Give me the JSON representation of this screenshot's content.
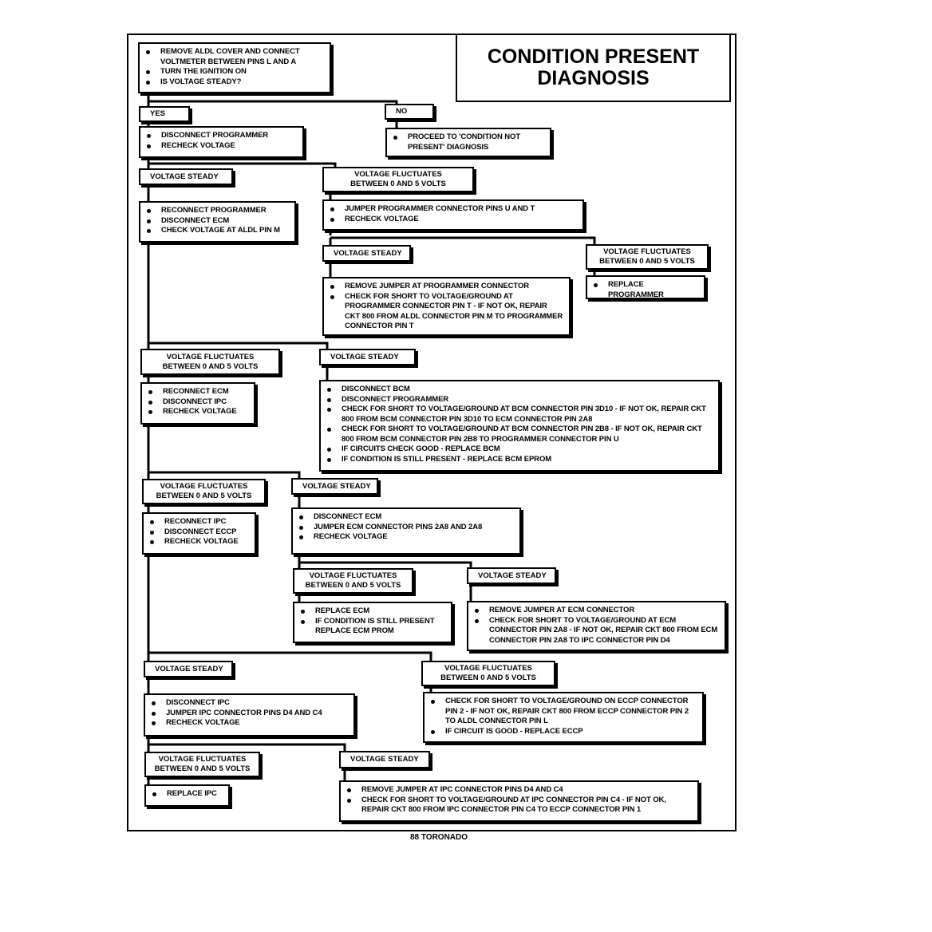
{
  "title": "CONDITION PRESENT\nDIAGNOSIS",
  "footer": "88 TORONADO",
  "steps": {
    "s1": [
      "REMOVE ALDL COVER AND CONNECT VOLTMETER BETWEEN PINS L AND A",
      "TURN THE IGNITION ON",
      "IS VOLTAGE STEADY?"
    ],
    "s2": [
      "DISCONNECT PROGRAMMER",
      "RECHECK VOLTAGE"
    ],
    "s3": [
      "PROCEED TO 'CONDITION NOT PRESENT' DIAGNOSIS"
    ],
    "s4": [
      "RECONNECT PROGRAMMER",
      "DISCONNECT ECM",
      "CHECK VOLTAGE AT ALDL PIN M"
    ],
    "s5": [
      "JUMPER PROGRAMMER CONNECTOR PINS U AND T",
      "RECHECK VOLTAGE"
    ],
    "s6": [
      "REMOVE JUMPER AT PROGRAMMER CONNECTOR",
      "CHECK FOR SHORT TO VOLTAGE/GROUND AT PROGRAMMER CONNECTOR PIN T - IF NOT OK, REPAIR CKT 800 FROM ALDL CONNECTOR PIN M TO PROGRAMMER CONNECTOR PIN T"
    ],
    "s7": [
      "REPLACE PROGRAMMER"
    ],
    "s8": [
      "RECONNECT ECM",
      "DISCONNECT IPC",
      "RECHECK VOLTAGE"
    ],
    "s9": [
      "DISCONNECT BCM",
      "DISCONNECT PROGRAMMER",
      "CHECK FOR SHORT TO VOLTAGE/GROUND AT BCM CONNECTOR PIN 3D10 - IF NOT OK, REPAIR CKT 800 FROM BCM CONNECTOR PIN 3D10 TO ECM CONNECTOR PIN 2A8",
      "CHECK FOR SHORT TO VOLTAGE/GROUND AT BCM CONNECTOR PIN 2B8 - IF NOT OK, REPAIR CKT 800 FROM BCM CONNECTOR PIN 2B8 TO PROGRAMMER CONNECTOR PIN U",
      "IF CIRCUITS CHECK GOOD - REPLACE BCM",
      "IF CONDITION IS STILL PRESENT - REPLACE BCM EPROM"
    ],
    "s10": [
      "RECONNECT IPC",
      "DISCONNECT ECCP",
      "RECHECK VOLTAGE"
    ],
    "s11": [
      "DISCONNECT ECM",
      "JUMPER ECM CONNECTOR PINS 2A8 AND 2A8",
      "RECHECK VOLTAGE"
    ],
    "s12": [
      "REPLACE ECM",
      "IF CONDITION IS STILL PRESENT REPLACE ECM PROM"
    ],
    "s13": [
      "REMOVE JUMPER AT ECM CONNECTOR",
      "CHECK FOR SHORT TO VOLTAGE/GROUND AT ECM CONNECTOR PIN 2A8 - IF NOT OK, REPAIR CKT 800 FROM ECM CONNECTOR PIN 2A8 TO IPC CONNECTOR PIN D4"
    ],
    "s14": [
      "DISCONNECT IPC",
      "JUMPER IPC CONNECTOR PINS D4 AND C4",
      "RECHECK VOLTAGE"
    ],
    "s15": [
      "CHECK FOR SHORT TO VOLTAGE/GROUND ON ECCP CONNECTOR PIN 2 - IF NOT OK, REPAIR CKT 800 FROM ECCP CONNECTOR PIN 2 TO ALDL CONNECTOR PIN L",
      "IF CIRCUIT IS GOOD - REPLACE ECCP"
    ],
    "s16": [
      "REPLACE IPC"
    ],
    "s17": [
      "REMOVE JUMPER AT IPC CONNECTOR PINS D4 AND C4",
      "CHECK FOR SHORT TO VOLTAGE/GROUND AT IPC CONNECTOR PIN C4 - IF NOT OK, REPAIR CKT 800 FROM IPC CONNECTOR PIN C4 TO ECCP CONNECTOR PIN 1"
    ]
  },
  "labels": {
    "yes": "YES",
    "no": "NO",
    "steady": "VOLTAGE STEADY",
    "fluct": "VOLTAGE FLUCTUATES\nBETWEEN 0 AND 5 VOLTS"
  }
}
